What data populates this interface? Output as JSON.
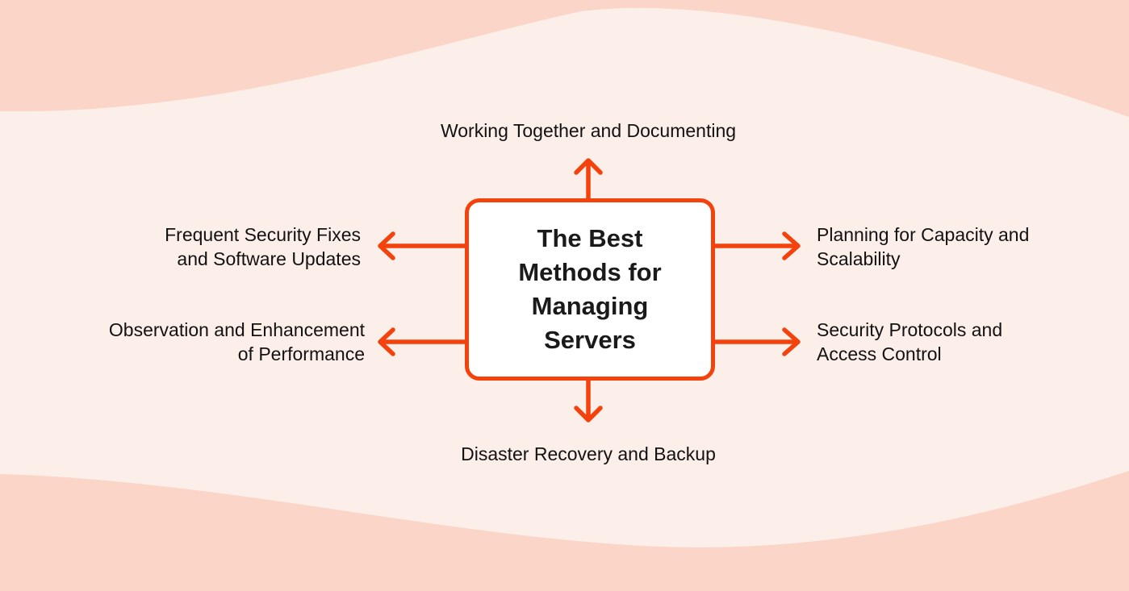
{
  "colors": {
    "background": "#FCEEE9",
    "wave": "#FBD5C7",
    "accent": "#F4420D",
    "text": "#121212",
    "box_background": "#FFFFFF",
    "title_color": "#1A1A1A"
  },
  "diagram": {
    "type": "spider-mindmap",
    "center": {
      "title": "The Best\nMethods for\nManaging\nServers"
    },
    "branches": {
      "top": {
        "label": "Working Together and Documenting",
        "direction": "up"
      },
      "left_upper": {
        "label": "Frequent Security Fixes\nand Software Updates",
        "direction": "left"
      },
      "left_lower": {
        "label": "Observation and Enhancement\nof Performance",
        "direction": "left"
      },
      "right_upper": {
        "label": "Planning for Capacity and\nScalability",
        "direction": "right"
      },
      "right_lower": {
        "label": "Security Protocols and\nAccess Control",
        "direction": "right"
      },
      "bottom": {
        "label": "Disaster Recovery and Backup",
        "direction": "down"
      }
    }
  }
}
